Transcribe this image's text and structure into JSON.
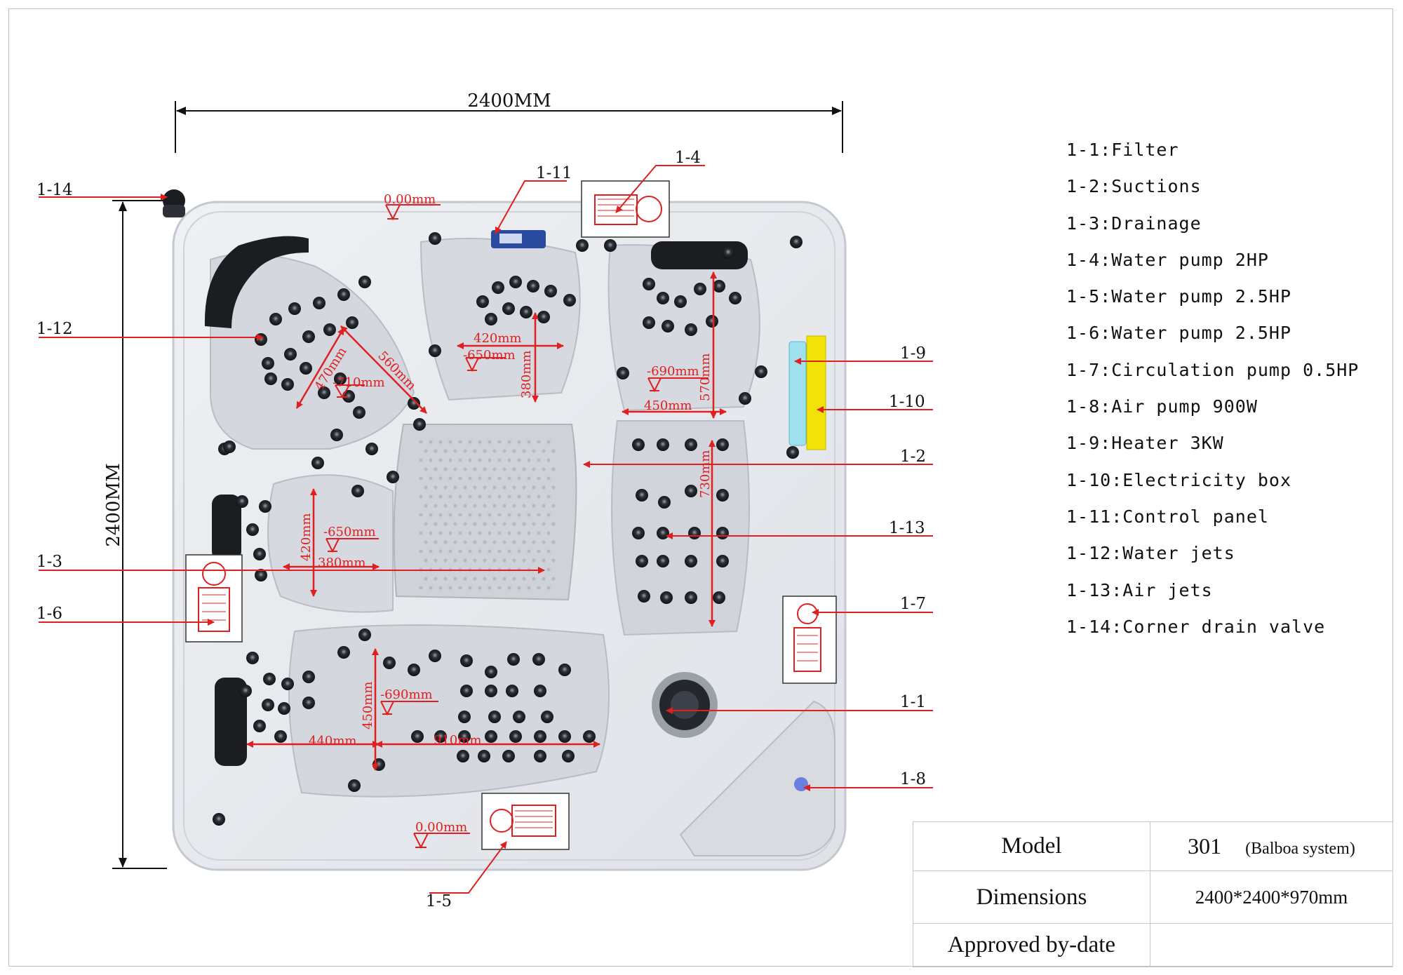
{
  "dimensions": {
    "top": "2400MM",
    "left": "2400MM"
  },
  "callouts": [
    {
      "id": "1-14",
      "label": "1-14"
    },
    {
      "id": "1-12",
      "label": "1-12"
    },
    {
      "id": "1-3",
      "label": "1-3"
    },
    {
      "id": "1-6",
      "label": "1-6"
    },
    {
      "id": "1-11",
      "label": "1-11"
    },
    {
      "id": "1-4",
      "label": "1-4"
    },
    {
      "id": "1-9",
      "label": "1-9"
    },
    {
      "id": "1-10",
      "label": "1-10"
    },
    {
      "id": "1-2",
      "label": "1-2"
    },
    {
      "id": "1-13",
      "label": "1-13"
    },
    {
      "id": "1-7",
      "label": "1-7"
    },
    {
      "id": "1-1",
      "label": "1-1"
    },
    {
      "id": "1-8",
      "label": "1-8"
    },
    {
      "id": "1-5",
      "label": "1-5"
    }
  ],
  "measurements": {
    "top_level": "0.00mm",
    "bottom_level": "0.00mm",
    "seat_tl_a": "470mm",
    "seat_tl_b": "560mm",
    "seat_tl_depth": "-710mm",
    "seat_tc_width": "420mm",
    "seat_tc_depth": "-650mm",
    "seat_tc_height": "380mm",
    "seat_r_depth": "-690mm",
    "seat_r_width": "450mm",
    "seat_r_height": "570mm",
    "lounger_len": "730mm",
    "seat_l_height": "420mm",
    "seat_l_depth": "-650mm",
    "seat_l_width": "380mm",
    "seat_b_height": "450mm",
    "seat_b_depth": "-690mm",
    "seat_b_width": "440mm",
    "seat_b_len": "910mm"
  },
  "legend": [
    {
      "code": "1-1:",
      "name": "Filter"
    },
    {
      "code": "1-2:",
      "name": "Suctions"
    },
    {
      "code": "1-3:",
      "name": "Drainage"
    },
    {
      "code": "1-4:",
      "name": "Water pump 2HP"
    },
    {
      "code": "1-5:",
      "name": "Water pump 2.5HP"
    },
    {
      "code": "1-6:",
      "name": "Water pump 2.5HP"
    },
    {
      "code": "1-7:",
      "name": "Circulation pump 0.5HP"
    },
    {
      "code": "1-8:",
      "name": "Air pump 900W"
    },
    {
      "code": "1-9:",
      "name": "Heater 3KW"
    },
    {
      "code": "1-10:",
      "name": "Electricity box"
    },
    {
      "code": "1-11:",
      "name": "Control panel"
    },
    {
      "code": "1-12:",
      "name": "Water jets"
    },
    {
      "code": "1-13:",
      "name": "Air jets"
    },
    {
      "code": "1-14:",
      "name": "Corner drain valve"
    }
  ],
  "title_block": {
    "model_label": "Model",
    "model_value": "301",
    "model_note": "(Balboa system)",
    "dimensions_label": "Dimensions",
    "dimensions_value": "2400*2400*970mm",
    "approved_label": "Approved by-date",
    "approved_value": ""
  },
  "colors": {
    "leader": "#e02020",
    "shell": "#e6e8ec",
    "seat": "#d3d6dc",
    "heater": "#9fe0ee",
    "elec_box": "#f2e20a",
    "control_panel": "#2a4aa0",
    "air_pump": "#6b7fe0"
  }
}
